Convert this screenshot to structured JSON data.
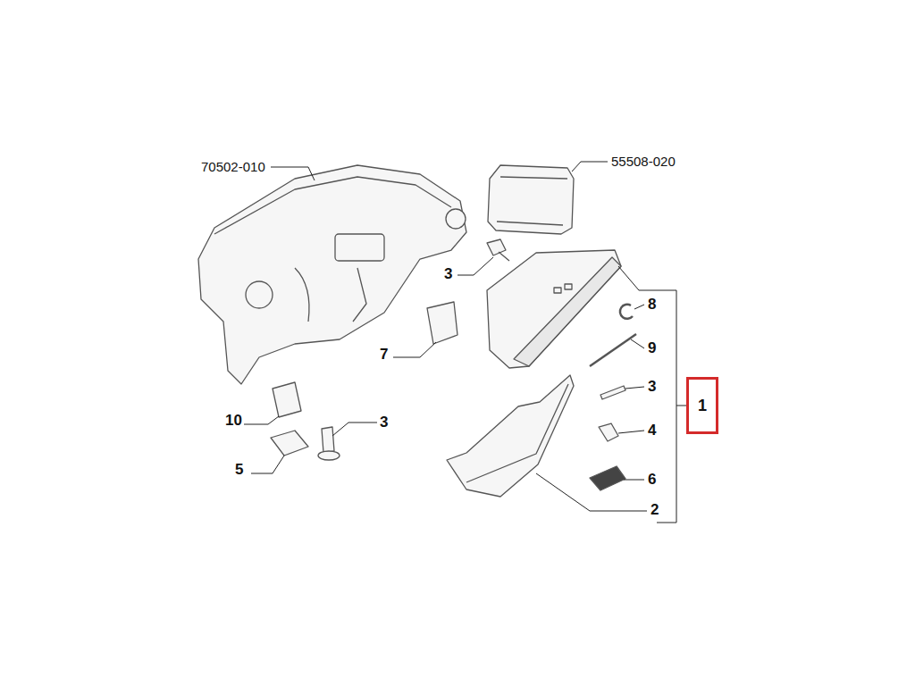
{
  "diagram": {
    "nodes": [
      {
        "text": [
          "1"
        ]
      }
    ],
    "labels": [
      "70502-010",
      "55508-020",
      "3",
      "8",
      "7",
      "9",
      "3",
      "10",
      "3",
      "4",
      "5",
      "6",
      "2"
    ]
  }
}
